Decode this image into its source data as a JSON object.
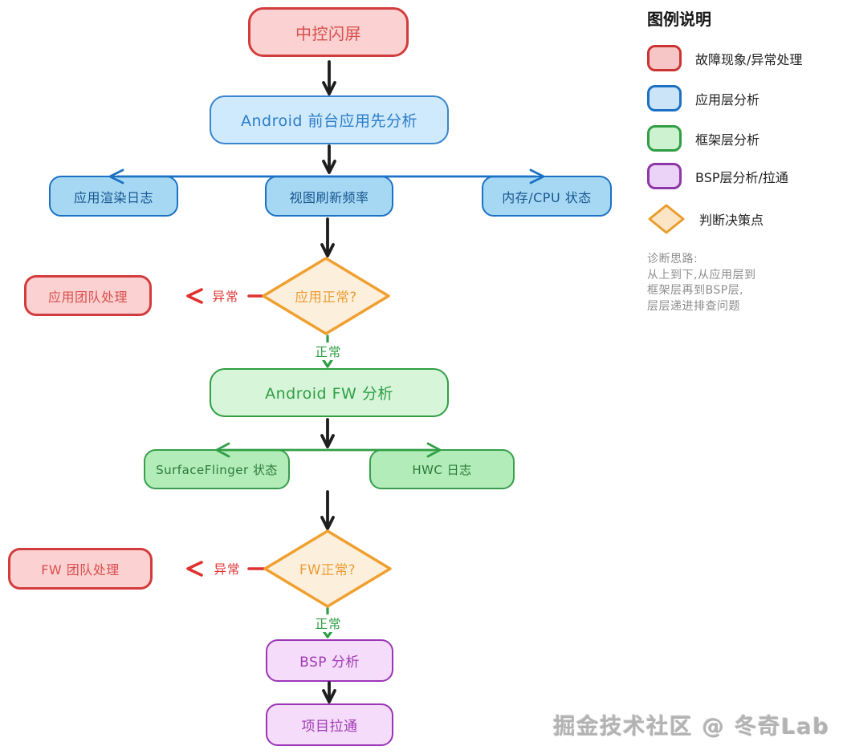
{
  "diagram": {
    "nodes": {
      "start": "中控闪屏",
      "android_app": "Android 前台应用先分析",
      "render_log": "应用渲染日志",
      "view_refresh": "视图刷新频率",
      "mem_cpu": "内存/CPU 状态",
      "app_ok": "应用正常?",
      "app_team": "应用团队处理",
      "fw_analysis": "Android FW 分析",
      "surfaceflinger": "SurfaceFlinger 状态",
      "hwc_log": "HWC 日志",
      "fw_ok": "FW正常?",
      "fw_team": "FW 团队处理",
      "bsp_analysis": "BSP 分析",
      "project_align": "项目拉通"
    },
    "edge_labels": {
      "abnormal": "异常",
      "normal": "正常"
    }
  },
  "legend": {
    "title": "图例说明",
    "items": [
      {
        "shape": "rounded-rect",
        "label": "故障现象/异常处理",
        "fill": "#f6c6c6",
        "border": "#cc3333"
      },
      {
        "shape": "rounded-rect",
        "label": "应用层分析",
        "fill": "#cce4f7",
        "border": "#1c71c4"
      },
      {
        "shape": "rounded-rect",
        "label": "框架层分析",
        "fill": "#cdf2d0",
        "border": "#2f9e44"
      },
      {
        "shape": "rounded-rect",
        "label": "BSP层分析/拉通",
        "fill": "#ead3f6",
        "border": "#8e35a8"
      },
      {
        "shape": "diamond",
        "label": "判断决策点",
        "fill": "#fbe5c4",
        "border": "#ea9d2d"
      }
    ],
    "note_lines": [
      "诊断思路:",
      "从上到下,从应用层到",
      "框架层再到BSP层,",
      "层层递进排查问题"
    ]
  },
  "watermark": "掘金技术社区 @ 冬奇Lab",
  "colors": {
    "fault_red_border": "#d23c3c",
    "fault_red_fill": "#fbd1d1",
    "fault_red_text": "#d94f4f",
    "app_blue_border": "#1c71c4",
    "app_blue_fill_light": "#cfeafc",
    "app_blue_fill": "#a6d8f4",
    "fw_green_border": "#2f9e44",
    "fw_green_fill_light": "#d7f5d9",
    "fw_green_fill": "#b2ecb8",
    "bsp_purple_border": "#9b36b7",
    "bsp_purple_fill": "#f4dcfa",
    "decision_orange_border": "#f0a030",
    "decision_orange_fill": "#fcefdc",
    "decision_orange_text": "#eb9c33",
    "edge_abnormal_red": "#e03131",
    "edge_normal_green": "#2f9e44",
    "arrow_black": "#1e1e1e",
    "note_gray": "#8c8c8c"
  }
}
